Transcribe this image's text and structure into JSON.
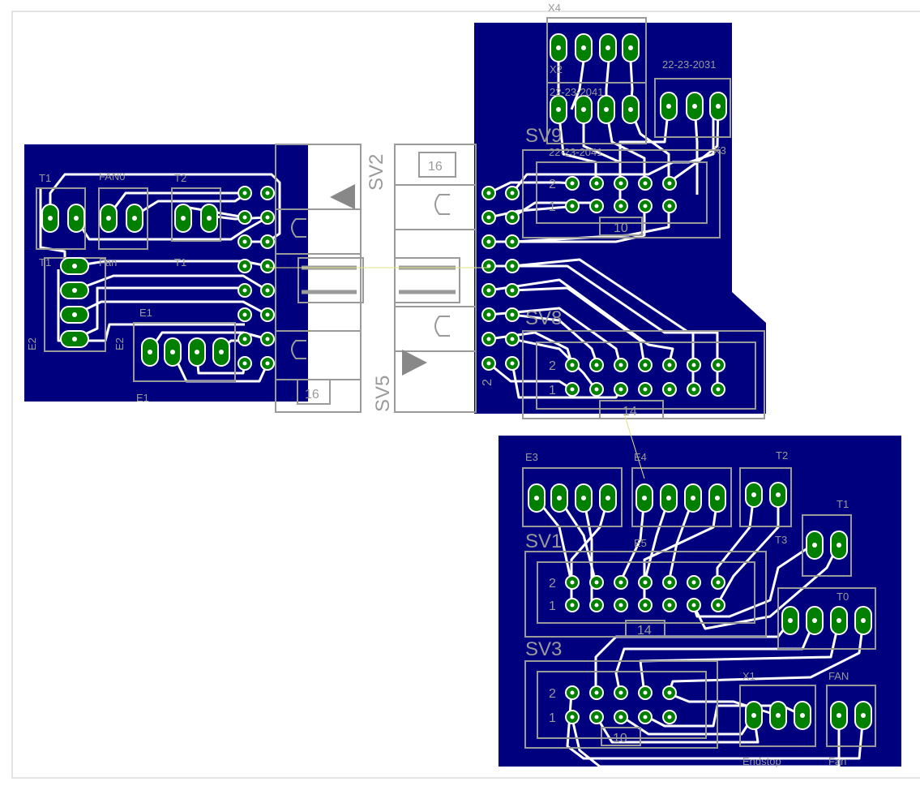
{
  "colors": {
    "board": "#00007f",
    "copper": "#ffffff",
    "pad": "#007f00",
    "silk": "#9a9a9a",
    "background": "#ffffff"
  },
  "labels": {
    "x4": "X4",
    "x2": "X2",
    "c22a": "22-23-2041",
    "c22b": "22-23-2031",
    "x3": "X3",
    "sv9": "SV9",
    "c22c": "22-23-2041",
    "sv8": "SV8",
    "sv2": "SV2",
    "sv5": "SV5",
    "n16a": "16",
    "n16b": "16",
    "n10a": "10",
    "n14a": "14",
    "n14b": "14",
    "n10b": "10",
    "t1a": "T1",
    "fan0": "FAN0",
    "t2a": "T2",
    "t1b": "T1",
    "fana": "Fan",
    "t1c": "T1",
    "e1a": "E1",
    "e1b": "E1",
    "e2a": "E2",
    "e2b": "E2",
    "e3": "E3",
    "e4": "E4",
    "t2b": "T2",
    "t1d": "T1",
    "t3": "T3",
    "t0": "T0",
    "sv1": "SV1",
    "e5": "E5",
    "sv3": "SV3",
    "x1": "X1",
    "fanb": "FAN",
    "endstop": "Endstop",
    "fanc": "Fan",
    "p2a": "2",
    "p1a": "1",
    "p2b": "2",
    "p1b": "1",
    "p2c": "2",
    "p1c": "1",
    "p2d": "2",
    "p1d": "1",
    "p2e": "2"
  }
}
